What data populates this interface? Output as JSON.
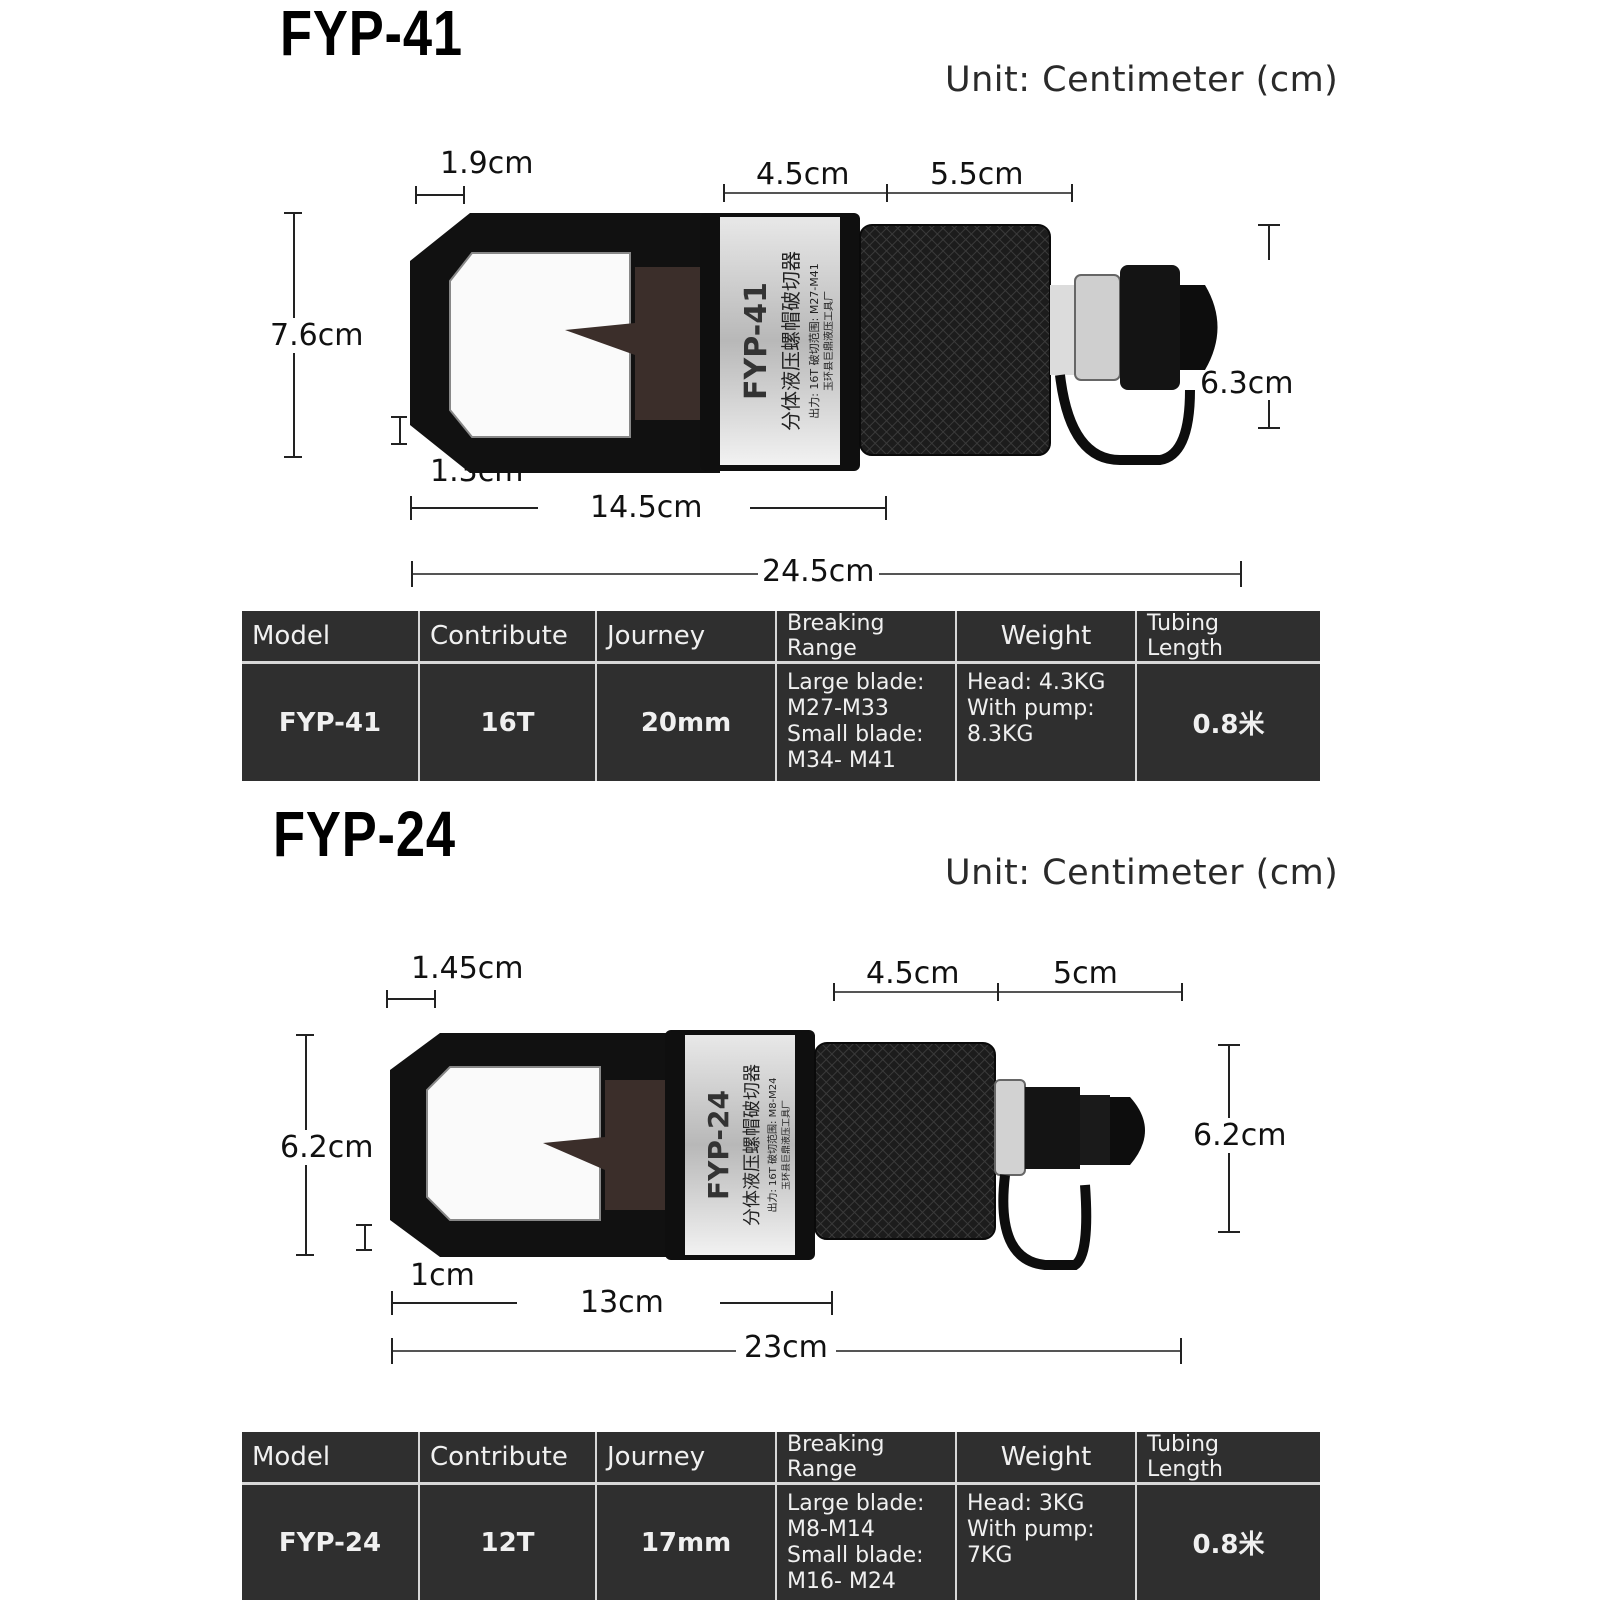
{
  "sections": [
    {
      "title": "FYP-41",
      "unit": "Unit: Centimeter (cm)",
      "tool_label": {
        "model": "FYP-41",
        "name": "分体液压螺帽破切器",
        "spec": "出力: 16T   破切范围: M27-M41",
        "maker": "玉环县巨鼎液压工具厂"
      },
      "dims": {
        "jaw_width": "1.9cm",
        "seg_a": "4.5cm",
        "seg_b": "5.5cm",
        "height": "7.6cm",
        "jaw_gap": "1.3cm",
        "body_len": "14.5cm",
        "total_len": "24.5cm",
        "cyl_dia": "6.3cm"
      },
      "table": {
        "headers": [
          "Model",
          "Contribute",
          "Journey",
          "Breaking\nRange",
          "Weight",
          "Tubing\nLength"
        ],
        "row": [
          "FYP-41",
          "16T",
          "20mm",
          "Large blade:\nM27-M33\nSmall blade:\nM34- M41",
          "Head: 4.3KG\nWith pump:\n8.3KG",
          "0.8米"
        ]
      }
    },
    {
      "title": "FYP-24",
      "unit": "Unit: Centimeter (cm)",
      "tool_label": {
        "model": "FYP-24",
        "name": "分体液压螺帽破切器",
        "spec": "出力: 16T   破切范围: M8-M24",
        "maker": "玉环县巨鼎液压工具厂"
      },
      "dims": {
        "jaw_width": "1.45cm",
        "seg_a": "4.5cm",
        "seg_b": "5cm",
        "height": "6.2cm",
        "jaw_gap": "1cm",
        "body_len": "13cm",
        "total_len": "23cm",
        "cyl_dia": "6.2cm"
      },
      "table": {
        "headers": [
          "Model",
          "Contribute",
          "Journey",
          "Breaking\nRange",
          "Weight",
          "Tubing\nLength"
        ],
        "row": [
          "FYP-24",
          "12T",
          "17mm",
          "Large blade:\nM8-M14\nSmall blade:\nM16- M24",
          "Head: 3KG\nWith pump:\n7KG",
          "0.8米"
        ]
      }
    }
  ]
}
